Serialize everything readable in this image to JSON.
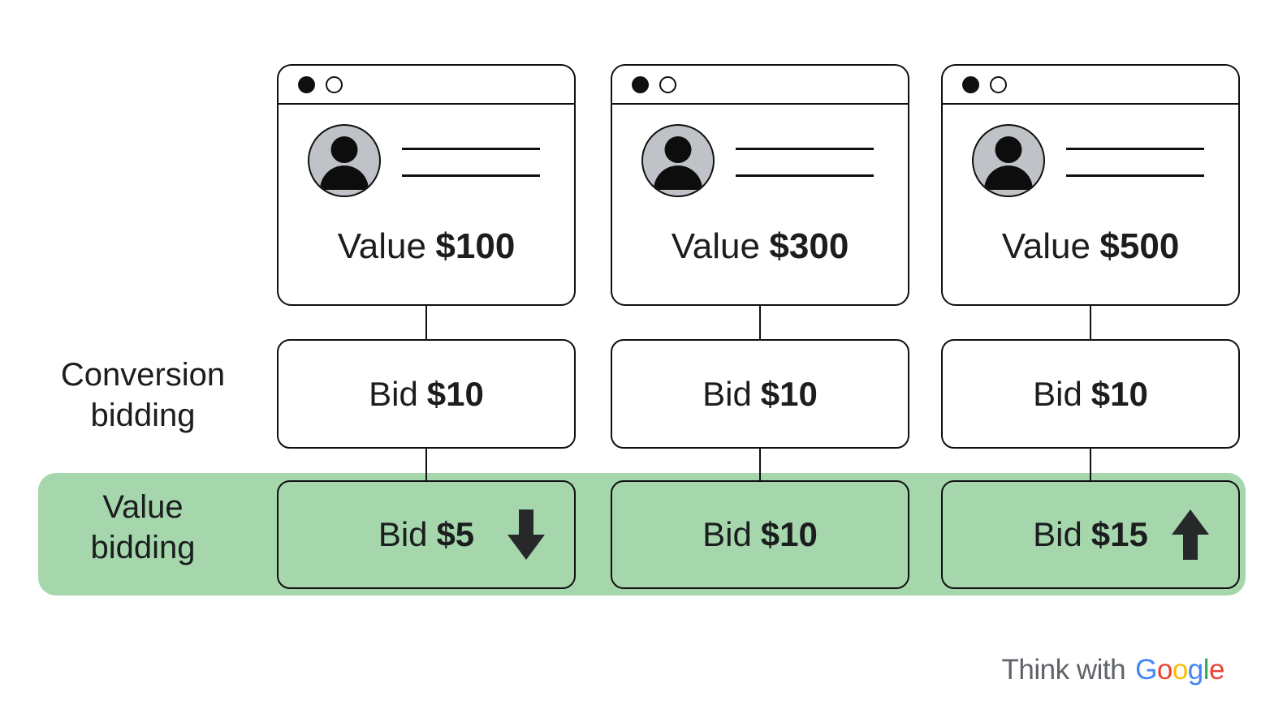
{
  "labels": {
    "conversion_row": {
      "line1": "Conversion",
      "line2": "bidding"
    },
    "value_row": {
      "line1": "Value",
      "line2": "bidding"
    }
  },
  "columns": [
    {
      "window": {
        "value_label": "Value",
        "value_amount": "$100"
      },
      "conversion_bid": {
        "label": "Bid",
        "amount": "$10"
      },
      "value_bid": {
        "label": "Bid",
        "amount": "$5",
        "trend": "down"
      }
    },
    {
      "window": {
        "value_label": "Value",
        "value_amount": "$300"
      },
      "conversion_bid": {
        "label": "Bid",
        "amount": "$10"
      },
      "value_bid": {
        "label": "Bid",
        "amount": "$10",
        "trend": "none"
      }
    },
    {
      "window": {
        "value_label": "Value",
        "value_amount": "$500"
      },
      "conversion_bid": {
        "label": "Bid",
        "amount": "$10"
      },
      "value_bid": {
        "label": "Bid",
        "amount": "$15",
        "trend": "up"
      }
    }
  ],
  "footer": {
    "prefix": "Think with",
    "brand_letters": [
      "G",
      "o",
      "o",
      "g",
      "l",
      "e"
    ]
  },
  "colors": {
    "highlight_band_green": "#a6d7ac",
    "text_black": "#1b1d1f",
    "avatar_gray": "#bfc2c6",
    "arrow_dark": "#26282a",
    "logo_gray": "#5f6368",
    "google_blue": "#4285F4",
    "google_red": "#EA4335",
    "google_yellow": "#FBBC05",
    "google_green": "#34A853"
  }
}
